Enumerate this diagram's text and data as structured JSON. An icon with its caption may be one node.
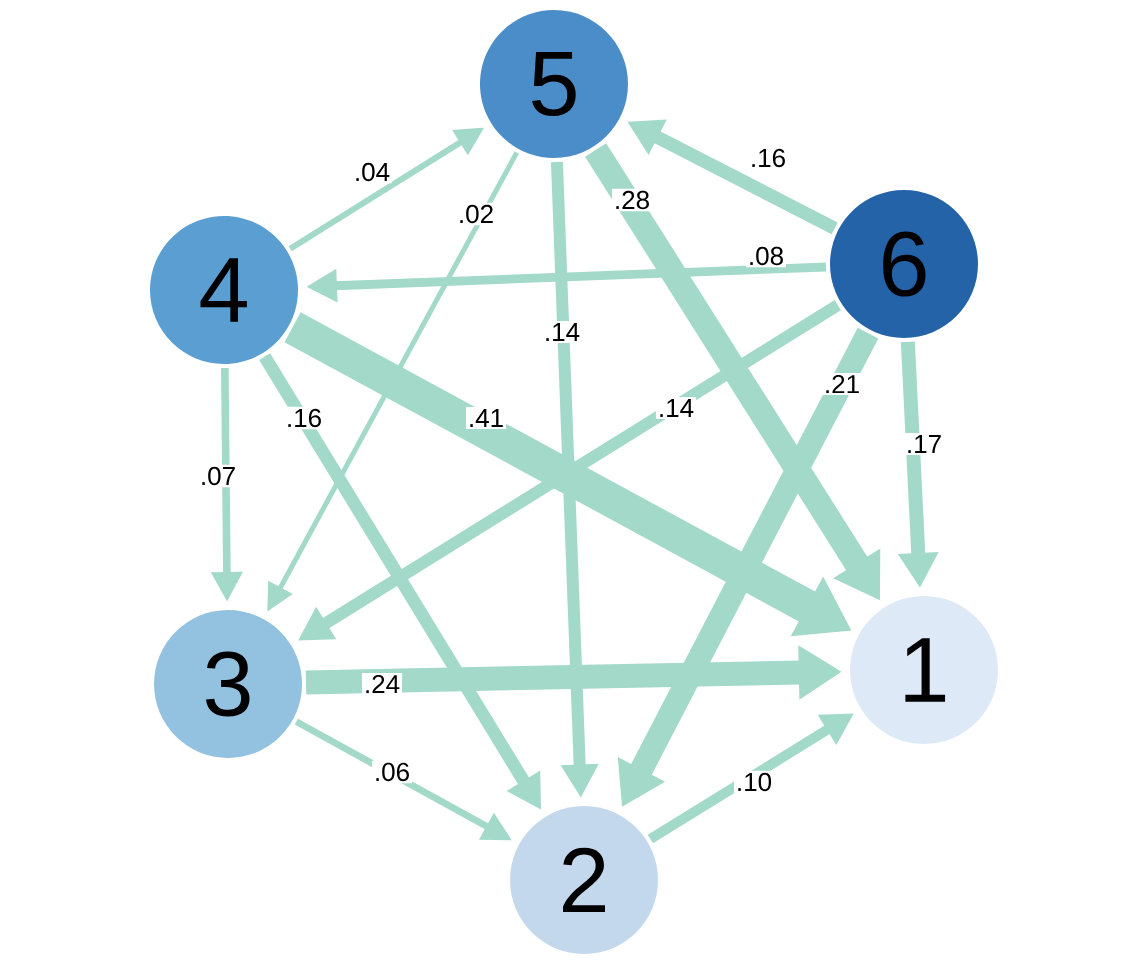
{
  "diagram": {
    "nodes": [
      {
        "text": [
          "5"
        ]
      },
      {
        "text": [
          "4"
        ]
      },
      {
        "text": [
          "6"
        ]
      },
      {
        "text": [
          "3"
        ]
      },
      {
        "text": [
          "1"
        ]
      },
      {
        "text": [
          "2"
        ]
      }
    ],
    "edges": [
      {
        "from": 1,
        "to": 0,
        "arrow": "to",
        "label": ".04"
      },
      {
        "from": 0,
        "to": 3,
        "arrow": "to",
        "label": ".02"
      },
      {
        "from": 0,
        "to": 5,
        "arrow": "to",
        "label": ".14"
      },
      {
        "from": 0,
        "to": 4,
        "arrow": "to",
        "label": ".28",
        "style": "thick"
      },
      {
        "from": 2,
        "to": 0,
        "arrow": "to",
        "label": ".16"
      },
      {
        "from": 2,
        "to": 1,
        "arrow": "to",
        "label": ".08"
      },
      {
        "from": 2,
        "to": 3,
        "arrow": "to",
        "label": ".14"
      },
      {
        "from": 2,
        "to": 5,
        "arrow": "to",
        "label": ".21",
        "style": "thick"
      },
      {
        "from": 2,
        "to": 4,
        "arrow": "to",
        "label": ".17"
      },
      {
        "from": 1,
        "to": 4,
        "arrow": "to",
        "label": ".41",
        "style": "thick"
      },
      {
        "from": 1,
        "to": 3,
        "arrow": "to",
        "label": ".07"
      },
      {
        "from": 1,
        "to": 5,
        "arrow": "to",
        "label": ".16"
      },
      {
        "from": 3,
        "to": 4,
        "arrow": "to",
        "label": ".24",
        "style": "thick"
      },
      {
        "from": 3,
        "to": 5,
        "arrow": "to",
        "label": ".06"
      },
      {
        "from": 5,
        "to": 4,
        "arrow": "to",
        "label": ".10"
      }
    ]
  }
}
